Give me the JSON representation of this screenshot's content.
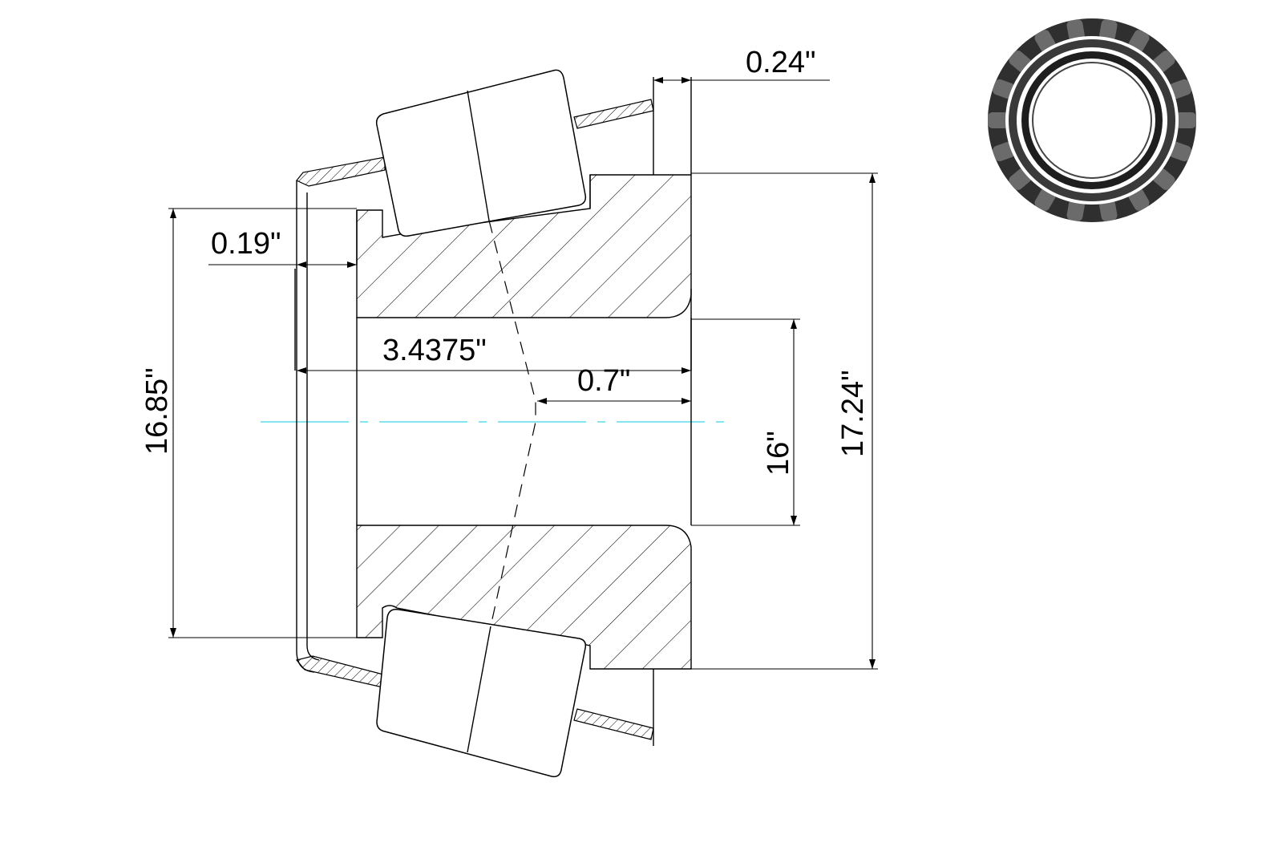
{
  "dimensions": {
    "cup_width": "0.24\"",
    "offset": "0.19\"",
    "overall_width": "3.4375\"",
    "cone_offset": "0.7\"",
    "bore": "16\"",
    "cone_outer": "16.85\"",
    "outer_diameter": "17.24\""
  },
  "colors": {
    "line": "#000000",
    "centerline": "#3fd6e6",
    "thumbnail_dark": "#2f2f2f",
    "thumbnail_roller": "#6b6b6b"
  },
  "icons": {
    "thumbnail": "bearing-3d-thumbnail-icon"
  }
}
